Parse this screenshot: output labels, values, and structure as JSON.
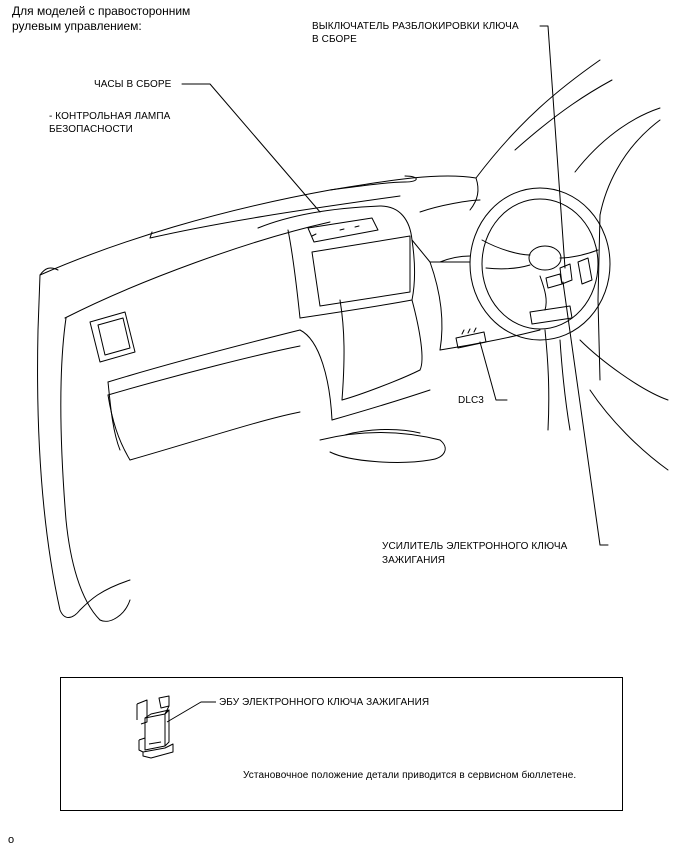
{
  "header": {
    "line1": "Для моделей с правосторонним",
    "line2": "рулевым управлением:"
  },
  "labels": {
    "unlock_switch_l1": "ВЫКЛЮЧАТЕЛЬ РАЗБЛОКИРОВКИ КЛЮЧА",
    "unlock_switch_l2": "В СБОРЕ",
    "clock": "ЧАСЫ В СБОРЕ",
    "security_lamp_l1": "- КОНТРОЛЬНАЯ ЛАМПА",
    "security_lamp_l2": "БЕЗОПАСНОСТИ",
    "dlc3": "DLC3",
    "amplifier_l1": "УСИЛИТЕЛЬ ЭЛЕКТРОННОГО КЛЮЧА",
    "amplifier_l2": "ЗАЖИГАНИЯ"
  },
  "inset": {
    "ecu_label": "ЭБУ ЭЛЕКТРОННОГО КЛЮЧА ЗАЖИГАНИЯ",
    "note": "Установочное положение детали приводится в сервисном бюллетене."
  },
  "footer_code": "o"
}
